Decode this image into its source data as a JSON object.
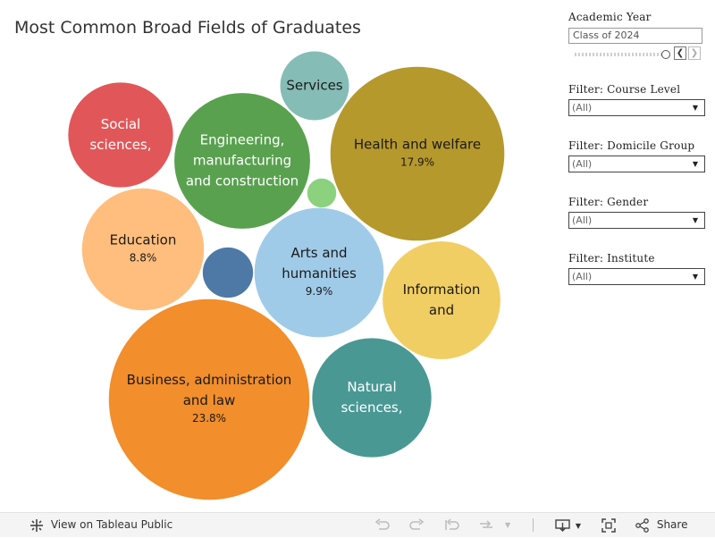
{
  "chart_data": {
    "type": "bubble",
    "title": "Most Common Broad Fields of Graduates",
    "series": [
      {
        "name": "Business, administration and law",
        "label_lines": [
          "Business, administration",
          "and law"
        ],
        "value_label": "23.8%",
        "value": 23.8,
        "color": "#F28E2B",
        "text_color": "#1a1a1a"
      },
      {
        "name": "Health and welfare",
        "label_lines": [
          "Health and welfare"
        ],
        "value_label": "17.9%",
        "value": 17.9,
        "color": "#B6992D",
        "text_color": "#1a1a1a"
      },
      {
        "name": "Engineering, manufacturing and construction",
        "label_lines": [
          "Engineering,",
          "manufacturing",
          "and construction"
        ],
        "value_label": "",
        "value": 10.9,
        "color": "#59A14F",
        "text_color": "#ffffff"
      },
      {
        "name": "Arts and humanities",
        "label_lines": [
          "Arts and",
          "humanities"
        ],
        "value_label": "9.9%",
        "value": 9.9,
        "color": "#A0CBE8",
        "text_color": "#1a1a1a"
      },
      {
        "name": "Natural sciences",
        "label_lines": [
          "Natural",
          "sciences,"
        ],
        "value_label": "",
        "value": 8.4,
        "color": "#499894",
        "text_color": "#ffffff"
      },
      {
        "name": "Education",
        "label_lines": [
          "Education"
        ],
        "value_label": "8.8%",
        "value": 8.8,
        "color": "#FFBE7D",
        "text_color": "#1a1a1a"
      },
      {
        "name": "Information and",
        "label_lines": [
          "Information",
          "and"
        ],
        "value_label": "",
        "value": 8.2,
        "color": "#F1CE63",
        "text_color": "#1a1a1a"
      },
      {
        "name": "Social sciences",
        "label_lines": [
          "Social",
          "sciences,"
        ],
        "value_label": "",
        "value": 6.5,
        "color": "#E15759",
        "text_color": "#ffffff"
      },
      {
        "name": "Services",
        "label_lines": [
          "Services"
        ],
        "value_label": "",
        "value": 2.8,
        "color": "#86BCB6",
        "text_color": "#1a1a1a"
      },
      {
        "name": "",
        "label_lines": [],
        "value_label": "",
        "value": 1.5,
        "color": "#4E79A7",
        "text_color": "#ffffff"
      },
      {
        "name": "",
        "label_lines": [],
        "value_label": "",
        "value": 0.5,
        "color": "#8CD17D",
        "text_color": "#ffffff"
      }
    ]
  },
  "controls": {
    "year_label": "Academic Year",
    "year_value": "Class of 2024",
    "filters": [
      {
        "label": "Filter: Course Level",
        "value": "(All)"
      },
      {
        "label": "Filter: Domicile Group",
        "value": "(All)"
      },
      {
        "label": "Filter: Gender",
        "value": "(All)"
      },
      {
        "label": "Filter: Institute",
        "value": "(All)"
      }
    ]
  },
  "footer": {
    "view_label": "View on Tableau Public",
    "share_label": "Share"
  }
}
